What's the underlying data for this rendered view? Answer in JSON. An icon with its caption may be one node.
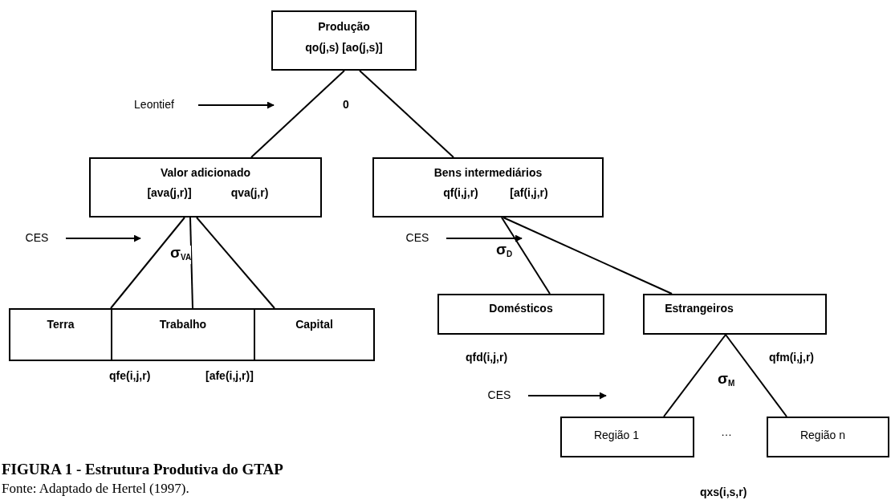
{
  "diagram": {
    "title": "FIGURA 1 - Estrutura Produtiva do GTAP",
    "caption": "Fonte: Adaptado de Hertel (1997).",
    "nodes": [
      {
        "text": [
          "Produção",
          "qo(j,s) [ao(j,s)]"
        ]
      },
      {
        "text": [
          "Valor adicionado",
          "[ava(j,r)]",
          "qva(j,r)"
        ]
      },
      {
        "text": [
          "Bens intermediários",
          "qf(i,j,r)",
          "[af(i,j,r)"
        ]
      },
      {
        "text": [
          "Terra"
        ]
      },
      {
        "text": [
          "Trabalho"
        ]
      },
      {
        "text": [
          "Capital"
        ]
      },
      {
        "text": [
          "Domésticos"
        ]
      },
      {
        "text": [
          "Estrangeiros"
        ]
      },
      {
        "text": [
          "Região 1"
        ]
      },
      {
        "text": [
          "Região n"
        ]
      },
      {
        "text": [
          "Leontief"
        ]
      },
      {
        "text": [
          "CES"
        ]
      },
      {
        "text": [
          "CES"
        ]
      },
      {
        "text": [
          "CES"
        ]
      }
    ],
    "edges": [
      {
        "from": 0,
        "to": 1,
        "arrow": "none"
      },
      {
        "from": 0,
        "to": 2,
        "arrow": "none"
      },
      {
        "from": 1,
        "to": 3,
        "arrow": "none"
      },
      {
        "from": 1,
        "to": 4,
        "arrow": "none"
      },
      {
        "from": 1,
        "to": 5,
        "arrow": "none"
      },
      {
        "from": 2,
        "to": 6,
        "arrow": "none"
      },
      {
        "from": 2,
        "to": 7,
        "arrow": "none"
      },
      {
        "from": 7,
        "to": 8,
        "arrow": "none"
      },
      {
        "from": 7,
        "to": 9,
        "arrow": "none"
      },
      {
        "from": 10,
        "to": null,
        "arrow": "to"
      },
      {
        "from": 11,
        "to": 1,
        "arrow": "to"
      },
      {
        "from": 12,
        "to": 2,
        "arrow": "to"
      },
      {
        "from": 13,
        "to": 8,
        "arrow": "to"
      }
    ],
    "labels": [
      "0",
      "σ$_{VA}$",
      "σ$_{D}$",
      "qfe(i,j,r)",
      "[afe(i,j,r)]",
      "qfd(i,j,r)",
      "qfm(i,j,r)",
      "σ$_{M}$",
      "…",
      "qxs(i,s,r)"
    ]
  }
}
